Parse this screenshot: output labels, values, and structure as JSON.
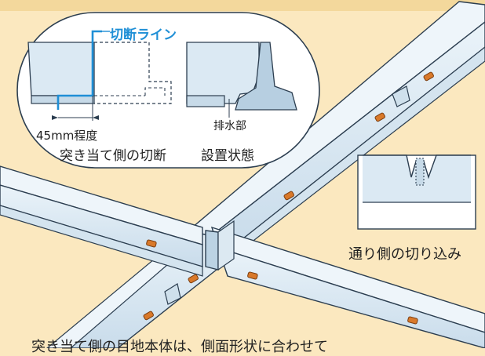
{
  "labels": {
    "cut_line": "切断ライン",
    "dimension": "45mm程度",
    "butt_side_cut": "突き当て側の切断",
    "drain": "排水部",
    "installed_state": "設置状態",
    "through_side_notch": "通り側の切り込み",
    "bottom_caption": "突き当て側の目地本体は、側面形状に合わせて"
  },
  "colors": {
    "background": "#fbe8bf",
    "profile_fill": "#dbe9f3",
    "outline": "#2c3e50",
    "cut_line": "#1f8fd6",
    "drain_plug": "#d9792a"
  }
}
